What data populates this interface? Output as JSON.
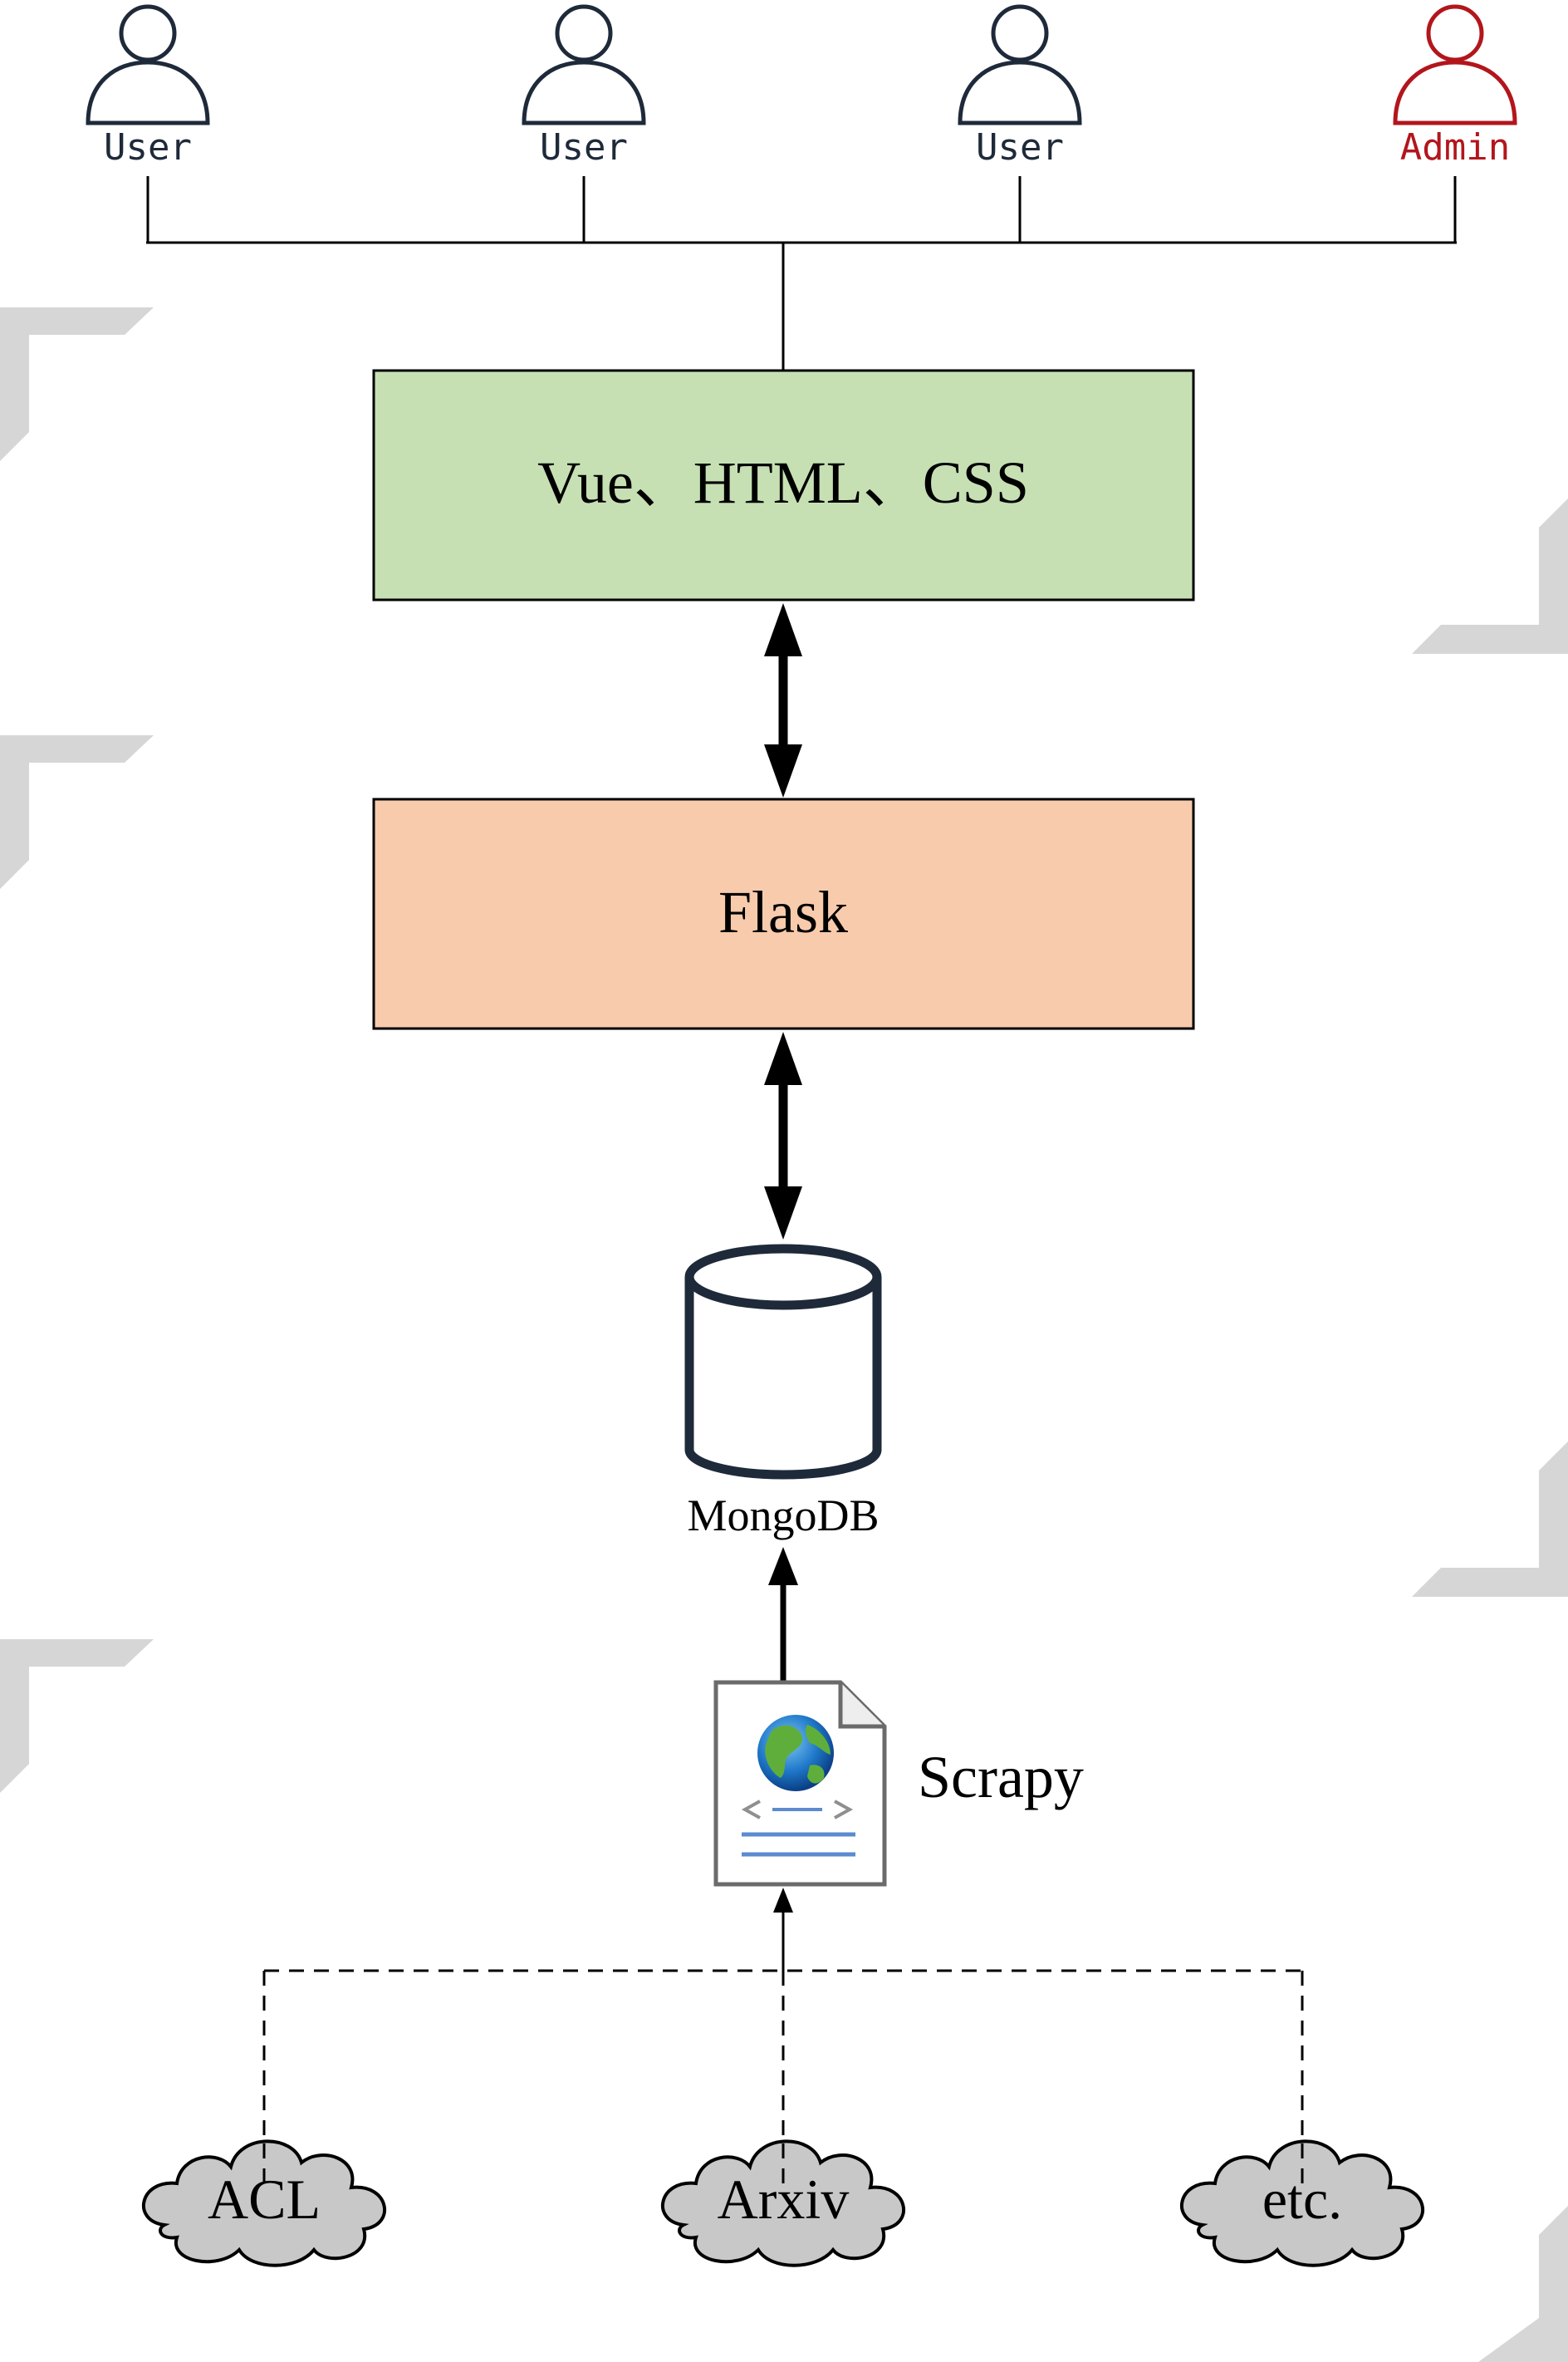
{
  "actors": [
    {
      "label": "User",
      "color": "#1e2a3a"
    },
    {
      "label": "User",
      "color": "#1e2a3a"
    },
    {
      "label": "User",
      "color": "#1e2a3a"
    },
    {
      "label": "Admin",
      "color": "#b2161c"
    }
  ],
  "frontend": {
    "label": "Vue、HTML、CSS",
    "fill": "#c6e0b4"
  },
  "backend": {
    "label": "Flask",
    "fill": "#f7cbac"
  },
  "database": {
    "label": "MongoDB"
  },
  "crawler": {
    "label": "Scrapy"
  },
  "sources": [
    {
      "label": "ACL"
    },
    {
      "label": "Arxiv"
    },
    {
      "label": "etc."
    }
  ],
  "colors": {
    "line": "#000000",
    "corner_marks": "#d6d6d6",
    "cloud_fill": "#c8c8c8"
  }
}
